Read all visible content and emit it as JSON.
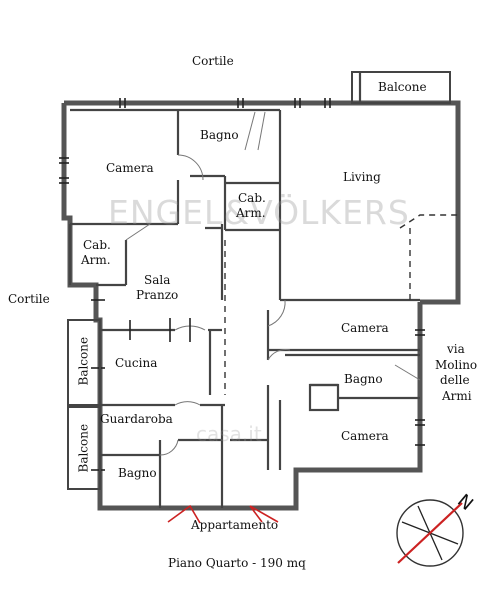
{
  "labels": {
    "cortile_top": "Cortile",
    "cortile_left": "Cortile",
    "balcone_top": "Balcone",
    "balcone_left_1": "Balcone",
    "balcone_left_2": "Balcone",
    "bagno_top": "Bagno",
    "camera_left": "Camera",
    "living": "Living",
    "cab_arm_center_1": "Cab.",
    "cab_arm_center_2": "Arm.",
    "cab_arm_left_1": "Cab.",
    "cab_arm_left_2": "Arm.",
    "sala_1": "Sala",
    "sala_2": "Pranzo",
    "cucina": "Cucina",
    "guardaroba": "Guardaroba",
    "bagno_bottom": "Bagno",
    "camera_right_top": "Camera",
    "bagno_right": "Bagno",
    "camera_right_bottom": "Camera",
    "street_1": "via",
    "street_2": "Molino",
    "street_3": "delle",
    "street_4": "Armi",
    "appartamento": "Appartamento",
    "footer": "Piano Quarto - 190 mq",
    "compass_n": "N"
  },
  "watermark": {
    "brand": "ENGEL&VÖLKERS",
    "site": "casa.it"
  },
  "colors": {
    "wall": "#555555",
    "line": "#333333",
    "entrance_arrow": "#cc2222",
    "compass_needle": "#cc2222"
  }
}
